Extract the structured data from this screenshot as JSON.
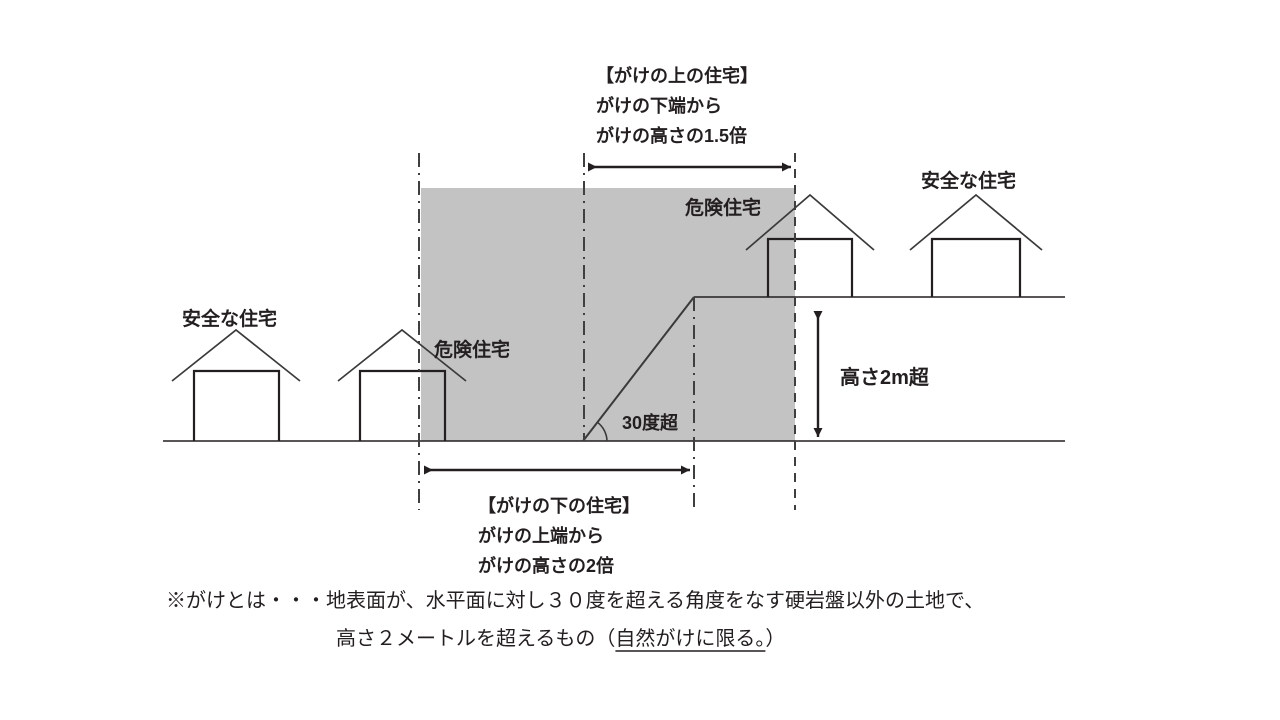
{
  "diagram": {
    "title_labels": {
      "safe_house": "安全な住宅",
      "danger_house": "危険住宅"
    },
    "houses": [
      {
        "id": "house-1",
        "label": "安全な住宅",
        "status": "safe",
        "level": "lower"
      },
      {
        "id": "house-2",
        "label": "危険住宅",
        "status": "danger",
        "level": "lower"
      },
      {
        "id": "house-3",
        "label": "危険住宅",
        "status": "danger",
        "level": "upper"
      },
      {
        "id": "house-4",
        "label": "安全な住宅",
        "status": "safe",
        "level": "upper"
      }
    ],
    "callout_top": {
      "line1": "【がけの上の住宅】",
      "line2": "がけの下端から",
      "line3": "がけの高さの1.5倍"
    },
    "callout_bottom": {
      "line1": "【がけの下の住宅】",
      "line2": "がけの上端から",
      "line3": "がけの高さの2倍"
    },
    "angle_label": "30度超",
    "height_label": "高さ2m超",
    "footnote": {
      "line1": "※がけとは・・・地表面が、水平面に対し３０度を超える角度をなす硬岩盤以外の土地で、",
      "line2_before": "高さ２メートルを超えるもの（",
      "line2_underlined": "自然がけに限る。",
      "line2_after": "）"
    },
    "colors": {
      "hazard_zone_fill": "#c3c3c3",
      "line": "#231f20",
      "dash_line": "#3f3f3f",
      "background": "#ffffff"
    }
  }
}
